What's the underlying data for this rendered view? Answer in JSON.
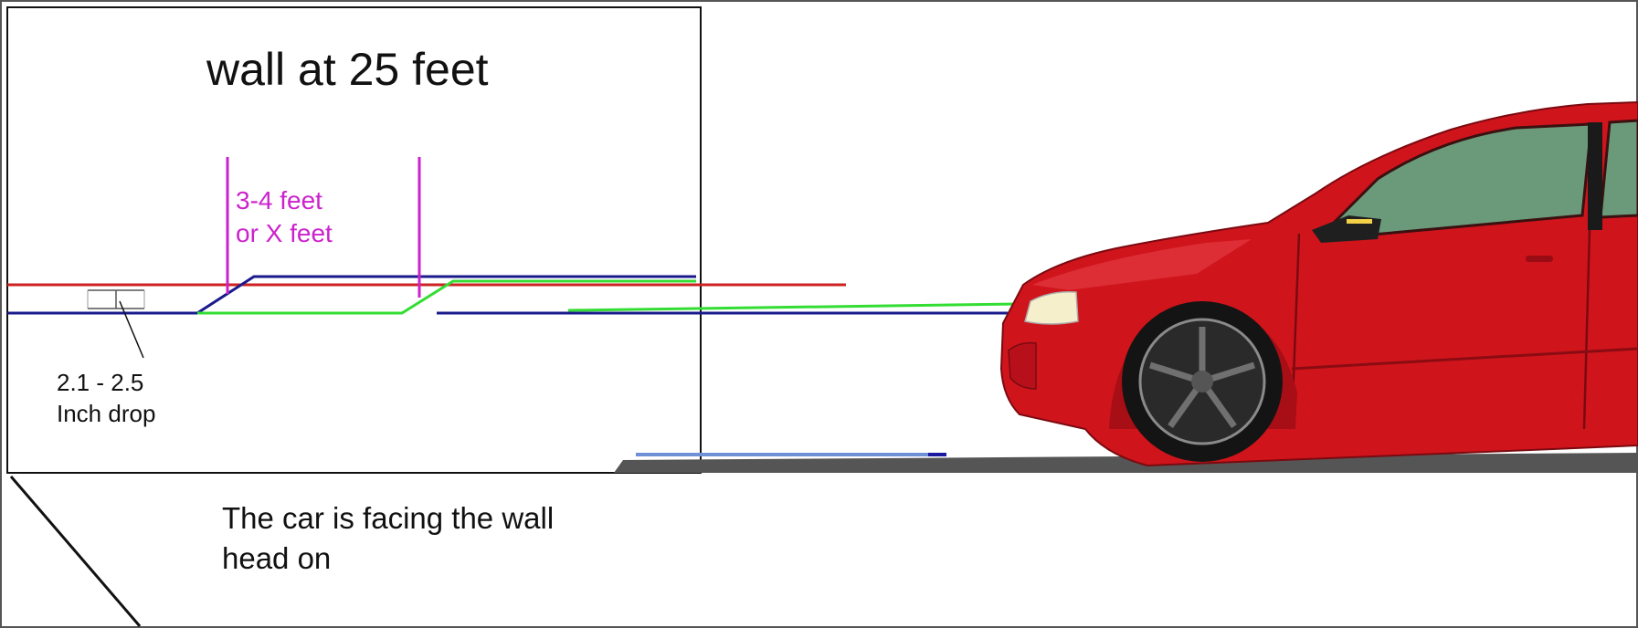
{
  "wall": {
    "title": "wall at 25 feet"
  },
  "aim_zone": {
    "line1": "3-4 feet",
    "line2": "or X feet"
  },
  "drop": {
    "line1": "2.1 - 2.5",
    "line2": "Inch drop"
  },
  "caption": {
    "line1": "The car is facing the wall",
    "line2": "head on"
  },
  "colors": {
    "reference_line": "#cc2222",
    "low_beam_line": "#1a1a8c",
    "high_beam_line": "#33dd33",
    "marker_lines": "#cc22cc",
    "car_body": "#d0141c",
    "car_glass": "#6a9a7a",
    "road": "#555555",
    "outline": "#111111"
  }
}
